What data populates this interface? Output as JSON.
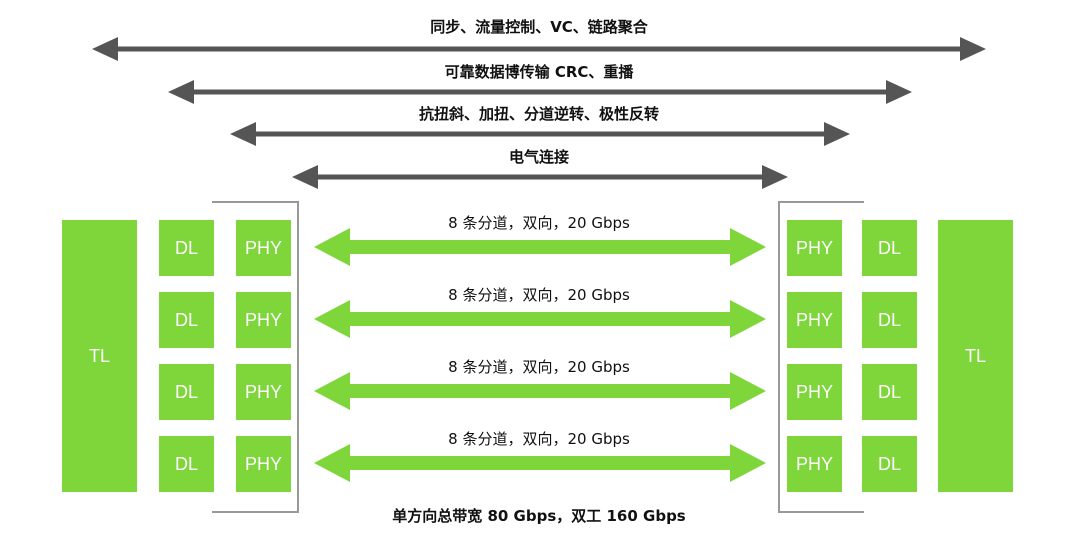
{
  "layers": {
    "sync_flow": "同步、流量控制、VC、链路聚合",
    "reliable": "可靠数据博传输 CRC、重播",
    "skew": "抗扭斜、加扭、分道逆转、极性反转",
    "electrical": "电气连接"
  },
  "blocks": {
    "tl_left": "TL",
    "tl_right": "TL",
    "dl": "DL",
    "phy": "PHY"
  },
  "lanes": [
    {
      "label": "8 条分道，双向，20 Gbps"
    },
    {
      "label": "8 条分道，双向，20 Gbps"
    },
    {
      "label": "8 条分道，双向，20 Gbps"
    },
    {
      "label": "8 条分道，双向，20 Gbps"
    }
  ],
  "summary": "单方向总带宽 80 Gbps，双工 160 Gbps",
  "colors": {
    "green": "#7ed63a",
    "gray_arrow": "#555555",
    "bracket": "#999999"
  }
}
